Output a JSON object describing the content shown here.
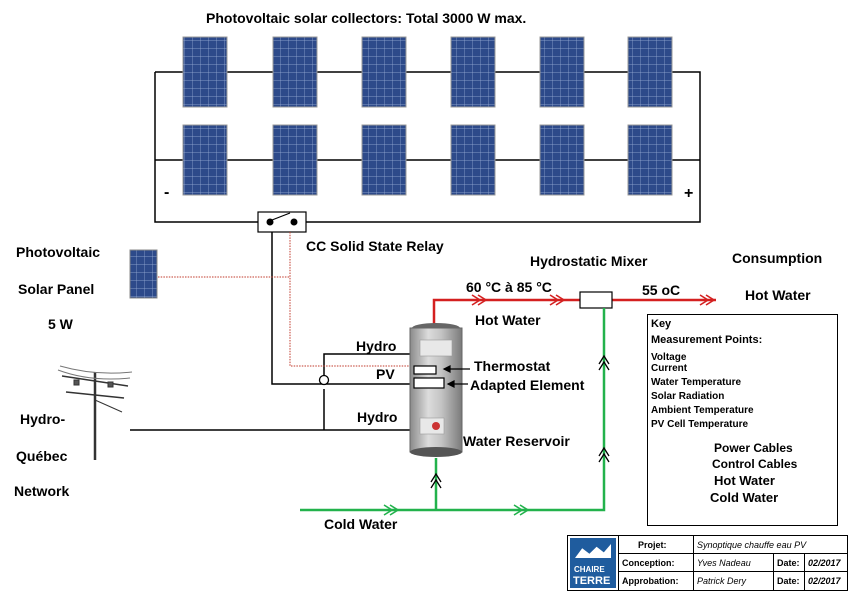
{
  "title": "Photovoltaic solar collectors: Total 3000 W max.",
  "array_minus": "-",
  "array_plus": "+",
  "relay_label": "CC Solid State Relay",
  "small_panel": {
    "line1": "Photovoltaic",
    "line2": "Solar Panel",
    "line3": "5 W"
  },
  "hydro_network": {
    "line1": "Hydro-",
    "line2": "Québec",
    "line3": "Network"
  },
  "hydrostatic_mixer": "Hydrostatic Mixer",
  "hot_temp_range": "60 °C à 85 °C",
  "hot_water_tank_out": "Hot Water",
  "mixer_out_temp": "55 oC",
  "consumption": "Consumption",
  "consumption_hot_water": "Hot Water",
  "hydro_top": "Hydro",
  "pv_label": "PV",
  "hydro_bottom": "Hydro",
  "thermostat": "Thermostat",
  "adapted_element": "Adapted Element",
  "water_reservoir": "Water Reservoir",
  "cold_water": "Cold Water",
  "key": {
    "title": "Key",
    "subtitle": "Measurement Points:",
    "points": [
      "Voltage",
      "Current",
      "Water Temperature",
      "Solar Radiation",
      "Ambient Temperature",
      "PV Cell Temperature"
    ],
    "legend": [
      {
        "label": "Power Cables",
        "color": "#000000",
        "style": "solid"
      },
      {
        "label": "Control Cables",
        "color": "#c0392b",
        "style": "dotted"
      },
      {
        "label": "Hot Water",
        "color": "#d42020",
        "style": "solid"
      },
      {
        "label": "Cold Water",
        "color": "#22b24c",
        "style": "solid"
      }
    ]
  },
  "title_block": {
    "logo_line1": "CHAIRE",
    "logo_line2": "TERRE",
    "projet_label": "Projet:",
    "projet_value": "Synoptique chauffe eau PV",
    "conception_label": "Conception:",
    "conception_value": "Yves Nadeau",
    "approbation_label": "Approbation:",
    "approbation_value": "Patrick Dery",
    "date_label": "Date:",
    "date_value_1": "02/2017",
    "date_value_2": "02/2017"
  },
  "colors": {
    "power": "#000000",
    "control": "#c0392b",
    "hot": "#d42020",
    "cold": "#22b24c",
    "panel": "#2c4a86"
  }
}
